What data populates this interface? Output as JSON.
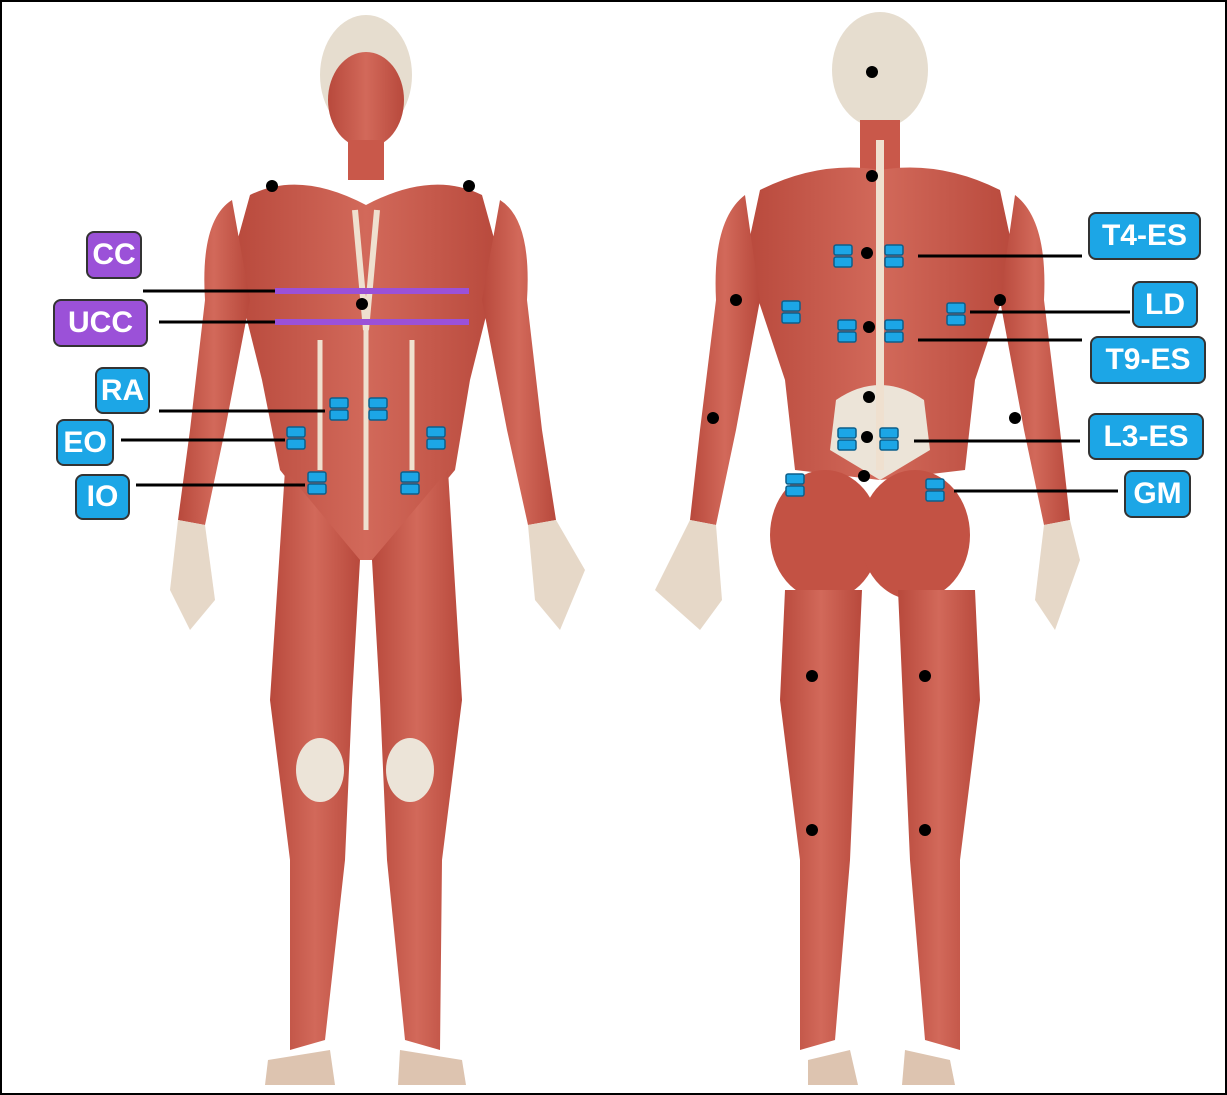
{
  "labels": {
    "cc": "CC",
    "ucc": "UCC",
    "ra": "RA",
    "eo": "EO",
    "io": "IO",
    "t4es": "T4-ES",
    "ld": "LD",
    "t9es": "T9-ES",
    "l3es": "L3-ES",
    "gm": "GM"
  },
  "colors": {
    "electrode": "#1ca6e6",
    "chest_band": "#9b51d8",
    "muscle": "#c9584a",
    "tendon": "#efe0cf",
    "head": "#e8e0d2",
    "marker": "#000000"
  }
}
